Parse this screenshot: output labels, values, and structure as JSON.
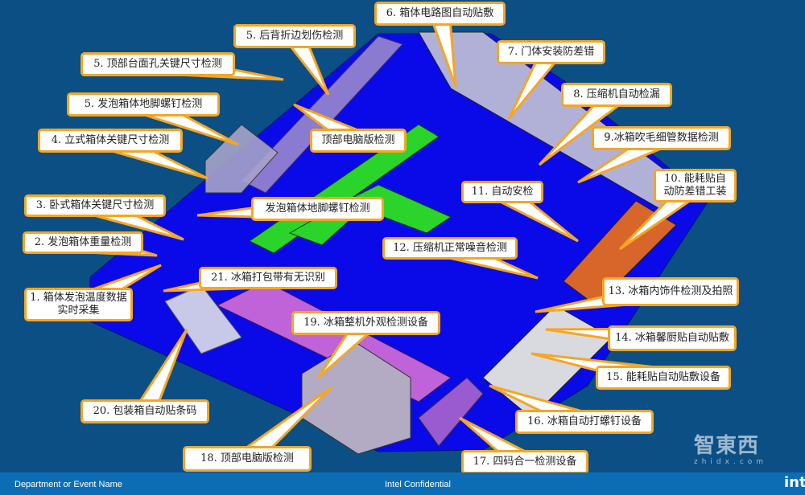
{
  "callouts": [
    {
      "label": "1. 箱体发泡温度数据实时采集"
    },
    {
      "label": "2. 发泡箱体重量检测"
    },
    {
      "label": "3. 卧式箱体关键尺寸检测"
    },
    {
      "label": "4. 立式箱体关键尺寸检测"
    },
    {
      "label": "5. 发泡箱体地脚螺钉检测"
    },
    {
      "label": "5. 顶部台面孔关键尺寸检测"
    },
    {
      "label": "5. 后背折边划伤检测"
    },
    {
      "label": "6. 箱体电路图自动贴敷"
    },
    {
      "label": "7. 门体安装防差错"
    },
    {
      "label": "8. 压缩机自动检漏"
    },
    {
      "label": "9.冰箱吹毛细管数据检测"
    },
    {
      "label": "10. 能耗贴自动防差错工装"
    },
    {
      "label": "11. 自动安检"
    },
    {
      "label": "12. 压缩机正常噪音检测"
    },
    {
      "label": "13. 冰箱内饰件检测及拍照"
    },
    {
      "label": "14. 冰箱馨厨贴自动贴敷"
    },
    {
      "label": "15. 能耗贴自动贴敷设备"
    },
    {
      "label": "16. 冰箱自动打螺钉设备"
    },
    {
      "label": "17. 四码合一检测设备"
    },
    {
      "label": "18. 顶部电脑版检测"
    },
    {
      "label": "19. 冰箱整机外观检测设备"
    },
    {
      "label": "20. 包装箱自动贴条码"
    },
    {
      "label": "21.  冰箱打包带有无识别"
    },
    {
      "label": "顶部电脑版检测"
    },
    {
      "label": "发泡箱体地脚螺钉检测"
    }
  ],
  "footer": {
    "department": "Department or Event Name",
    "confidential": "Intel Confidential",
    "brand": "intel"
  },
  "watermark": {
    "text": "智東西",
    "sub": "zhidx.com"
  },
  "colors": {
    "background": "#0b4f84",
    "floor": "#0a0ae8",
    "callout_border": "#f5a623",
    "footer": "#0d6db4"
  }
}
